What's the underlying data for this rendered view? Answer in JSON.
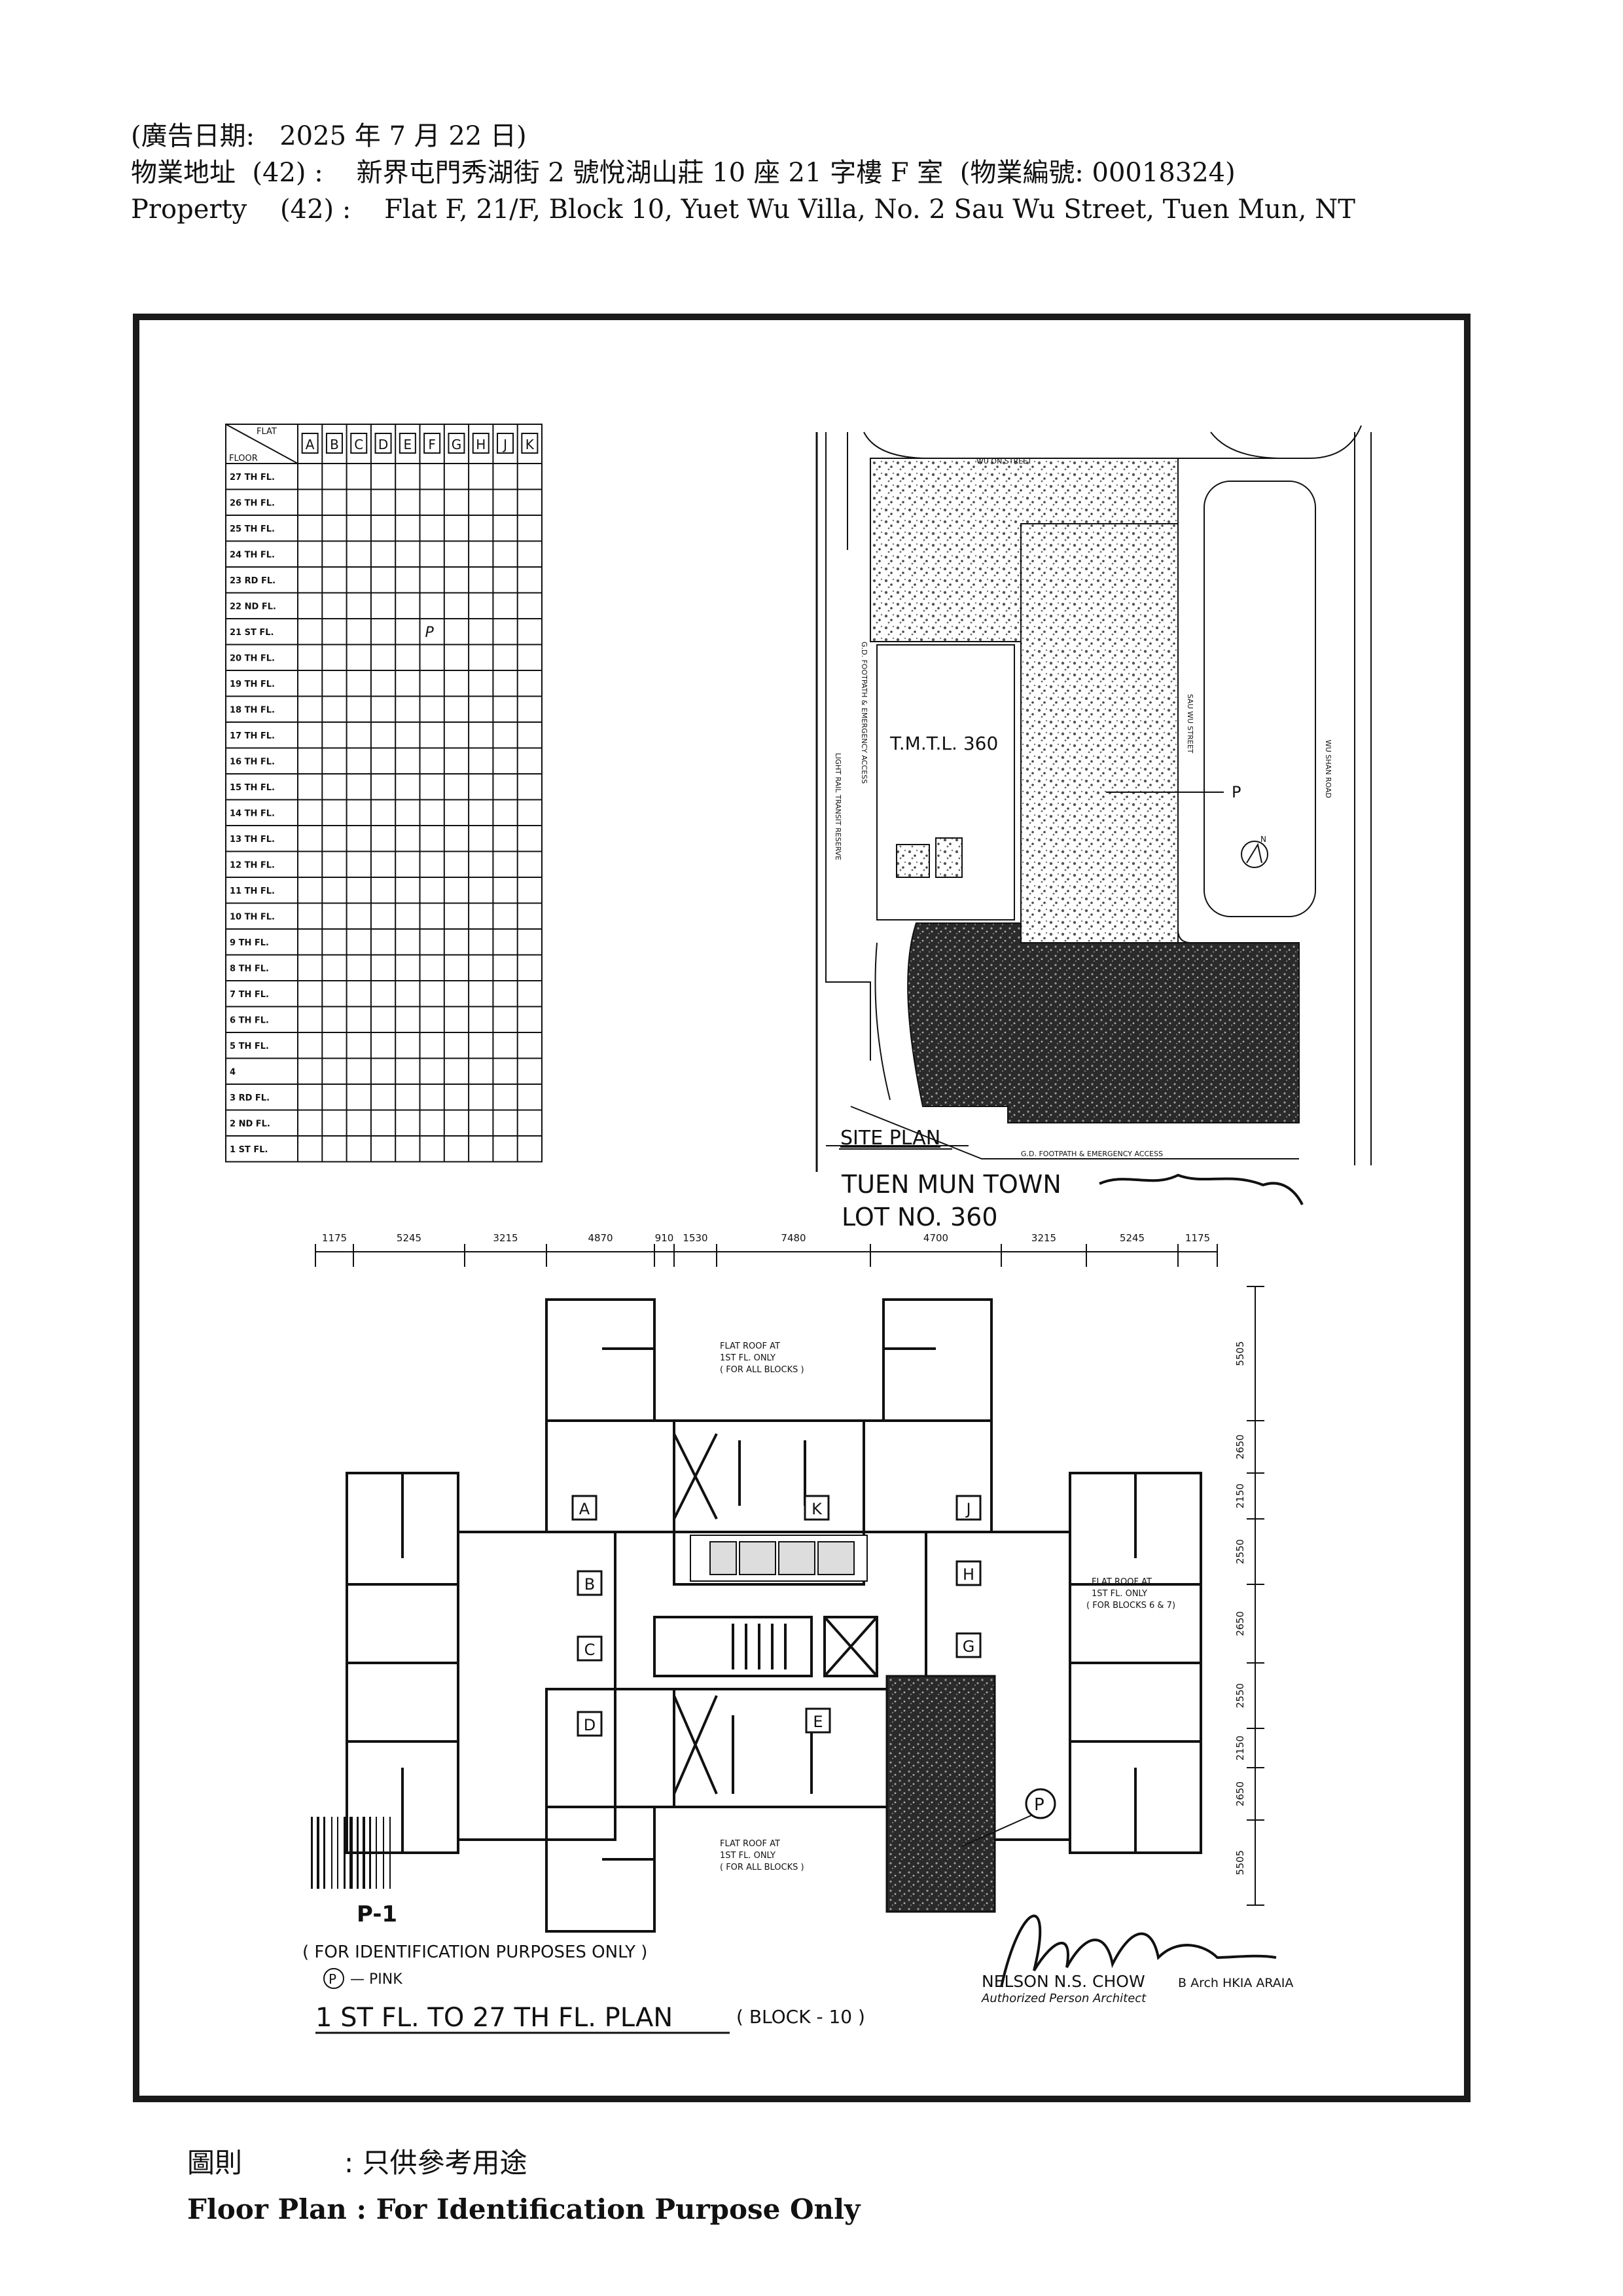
{
  "header": {
    "line1": "(廣告日期:   2025 年 7 月 22 日)",
    "line2": "物業地址  (42) :    新界屯門秀湖街 2 號悅湖山莊 10 座 21 字樓 F 室  (物業編號: 00018324)",
    "line3": "Property    (42) :    Flat F, 21/F, Block 10, Yuet Wu Villa, No. 2 Sau Wu Street, Tuen Mun, NT"
  },
  "schedule": {
    "corner_top": "FLAT",
    "corner_bottom": "FLOOR",
    "flats": [
      "A",
      "B",
      "C",
      "D",
      "E",
      "F",
      "G",
      "H",
      "J",
      "K"
    ],
    "floors": [
      "27 TH FL.",
      "26 TH FL.",
      "25 TH FL.",
      "24 TH FL.",
      "23 RD FL.",
      "22 ND FL.",
      "21 ST FL.",
      "20 TH FL.",
      "19 TH FL.",
      "18 TH FL.",
      "17 TH FL.",
      "16 TH FL.",
      "15 TH FL.",
      "14 TH FL.",
      "13 TH FL.",
      "12 TH FL.",
      "11 TH FL.",
      "10 TH FL.",
      "9 TH FL.",
      "8 TH FL.",
      "7 TH FL.",
      "6 TH FL.",
      "5 TH FL.",
      "4",
      "3 RD FL.",
      "2 ND FL.",
      "1 ST FL."
    ],
    "mark": "P",
    "mark_floor_index": 6,
    "mark_flat_index": 5
  },
  "site_plan": {
    "lot_label": "T.M.T.L. 360",
    "street_top": "WU ON STREET",
    "street_left": "LIGHT RAIL TRANSIT RESERVE",
    "street_left2": "G.D. FOOTPATH & EMERGENCY ACCESS",
    "street_mid": "SAU WU STREET",
    "street_right": "WU SHAN ROAD",
    "street_bottom": "G.D. FOOTPATH & EMERGENCY ACCESS",
    "p_marker": "P",
    "north_marker": "N",
    "title": "SITE PLAN",
    "town_line1": "TUEN MUN TOWN",
    "town_line2": "LOT NO. 360"
  },
  "floor_plan": {
    "dims_top": [
      "1175",
      "5245",
      "3215",
      "4870",
      "910",
      "1530",
      "7480",
      "4700",
      "3215",
      "5245",
      "1175"
    ],
    "dims_right": [
      "5505",
      "2650",
      "2150",
      "2550",
      "2650",
      "2550",
      "2150",
      "2650",
      "5505"
    ],
    "flats": [
      "A",
      "K",
      "J",
      "B",
      "H",
      "C",
      "G",
      "D",
      "E"
    ],
    "p_marker": "P",
    "note_roof_1": [
      "FLAT ROOF AT",
      "1ST FL. ONLY",
      "( FOR ALL BLOCKS )"
    ],
    "note_roof_2": [
      "FLAT ROOF AT",
      "1ST FL. ONLY",
      "( FOR BLOCKS 6 & 7)"
    ],
    "note_roof_3": [
      "FLAT ROOF AT",
      "1ST FL. ONLY",
      "( FOR ALL BLOCKS )"
    ],
    "barcode_label": "P-1",
    "id_note": "( FOR IDENTIFICATION  PURPOSES ONLY )",
    "legend_symbol": "P",
    "legend_text": "— PINK",
    "plan_title": "1 ST FL.  TO  27  TH FL.  PLAN",
    "plan_block": "( BLOCK - 10 )",
    "architect_name": "NELSON N.S. CHOW",
    "architect_quals": "B Arch HKIA ARAIA",
    "architect_role": "Authorized Person Architect"
  },
  "footer": {
    "cn_label": "圖則",
    "cn_text": ":  只供參考用途",
    "en_text": "Floor Plan : For Identification Purpose Only"
  }
}
